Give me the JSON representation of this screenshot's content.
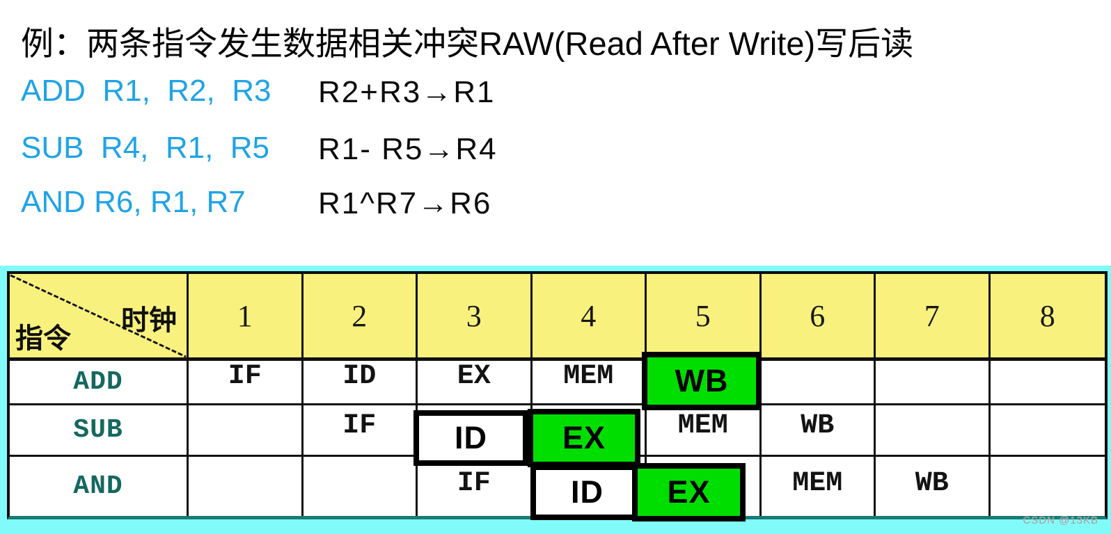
{
  "title": "例：两条指令发生数据相关冲突RAW(Read After Write)写后读",
  "instructions": [
    {
      "asm": "ADD  R1,  R2,  R3",
      "expr": "R2+R3→R1"
    },
    {
      "asm": "SUB  R4,  R1,  R5",
      "expr": "R1- R5→R4"
    },
    {
      "asm": "AND R6, R1, R7",
      "expr": "R1^R7→R6"
    }
  ],
  "pipeline_table": {
    "corner_top_right": "时钟",
    "corner_bottom_left": "指令",
    "clock_columns": [
      "1",
      "2",
      "3",
      "4",
      "5",
      "6",
      "7",
      "8"
    ],
    "rows": [
      {
        "label": "ADD",
        "stages": [
          "IF",
          "ID",
          "EX",
          "MEM",
          "",
          "",
          "",
          ""
        ]
      },
      {
        "label": "SUB",
        "stages": [
          "",
          "IF",
          "",
          "",
          "MEM",
          "WB",
          "",
          ""
        ]
      },
      {
        "label": "AND",
        "stages": [
          "",
          "",
          "IF",
          "",
          "",
          "MEM",
          "WB",
          ""
        ]
      }
    ],
    "highlights": [
      {
        "row": "ADD",
        "clock": 5,
        "label": "WB",
        "variant": "green"
      },
      {
        "row": "SUB",
        "clock": 3,
        "label": "ID",
        "variant": "white"
      },
      {
        "row": "SUB",
        "clock": 4,
        "label": "EX",
        "variant": "green"
      },
      {
        "row": "AND",
        "clock": 4,
        "label": "ID",
        "variant": "white"
      },
      {
        "row": "AND",
        "clock": 5,
        "label": "EX",
        "variant": "green"
      }
    ]
  },
  "colors": {
    "instruction_blue": "#20a3e6",
    "header_yellow": "#f8f17e",
    "frame_cyan": "#81fbfa",
    "highlight_green": "#00de00",
    "row_label_teal": "#15685f"
  },
  "watermark": "CSDN @13KB"
}
